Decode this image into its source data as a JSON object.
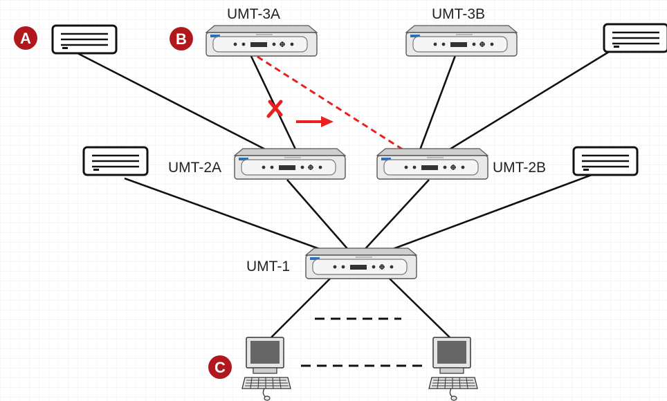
{
  "nodes": {
    "umt_3a": "UMT-3A",
    "umt_3b": "UMT-3B",
    "umt_2a": "UMT-2A",
    "umt_2b": "UMT-2B",
    "umt_1": "UMT-1"
  },
  "badges": {
    "a": "A",
    "b": "B",
    "c": "C"
  },
  "colors": {
    "badge": "#b0181e",
    "failover": "#e8201f",
    "link": "#111111",
    "switch_body": "#e9e9e9",
    "switch_top": "#d7d7d7",
    "screen": "#666666",
    "grid": "#ececec"
  },
  "icons": {
    "server": "server-icon",
    "switch": "kvm-switch-icon",
    "workstation": "workstation-icon",
    "failed_link": "cross-icon",
    "reroute": "arrow-right-icon"
  }
}
